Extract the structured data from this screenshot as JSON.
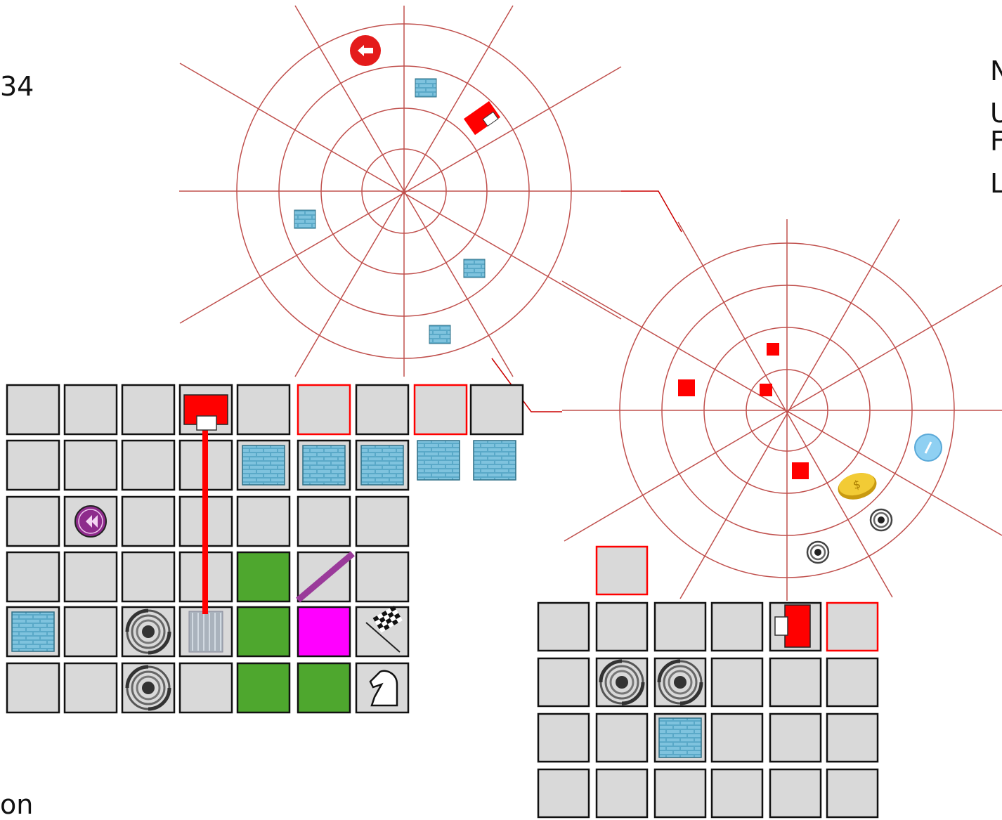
{
  "fragments": {
    "top_left": "34",
    "bottom_left": "on"
  },
  "right_labels": [
    "N",
    "U",
    "F",
    "L"
  ],
  "colors": {
    "web": "#c0504d",
    "cell_fill": "#d9d9d9",
    "cell_border": "#111111",
    "selected_border": "#ff0000",
    "robot": "#ff0000",
    "goal_zone": "#4ea72e",
    "target": "#ff00ff",
    "mirror": "#9a3a9a",
    "brick": "#5aa9c8"
  },
  "icons": {
    "wall": "brick-wall-icon",
    "robot": "red-robot-icon",
    "back": "rewind-icon",
    "vortex": "vortex-icon",
    "finish": "checkered-flag-icon",
    "knight": "knight-piece-icon",
    "coin": "gold-coin-icon",
    "rotate": "blue-token-icon",
    "arrow": "left-arrow-badge-icon",
    "ice": "ice-tile-icon"
  }
}
